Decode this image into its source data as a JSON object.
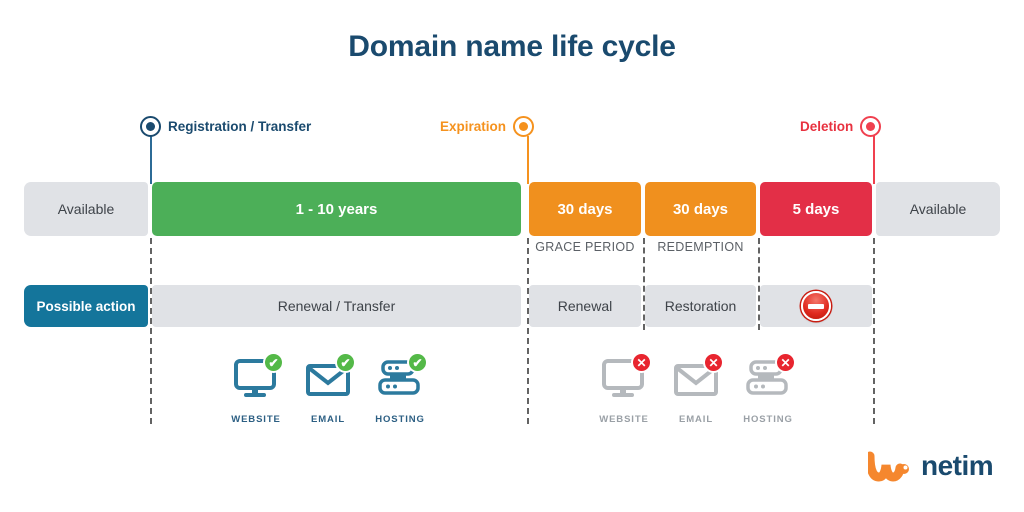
{
  "title": "Domain name life cycle",
  "markers": [
    {
      "label": "Registration / Transfer",
      "color": "#1a4a6e",
      "icon": "pin-dot-icon"
    },
    {
      "label": "Expiration",
      "color": "#f5921e",
      "icon": "pin-dot-icon"
    },
    {
      "label": "Deletion",
      "color": "#e8313f",
      "icon": "pin-dot-icon"
    }
  ],
  "timeline": {
    "segments": [
      {
        "label": "Available",
        "style": "grey"
      },
      {
        "label": "1 - 10 years",
        "style": "green"
      },
      {
        "label": "30 days",
        "style": "orange",
        "caption": "GRACE PERIOD"
      },
      {
        "label": "30 days",
        "style": "orange",
        "caption": "REDEMPTION"
      },
      {
        "label": "5 days",
        "style": "red",
        "caption": ""
      },
      {
        "label": "Available",
        "style": "grey"
      }
    ]
  },
  "actions": {
    "row_label": "Possible action",
    "cells": [
      {
        "label": "Renewal / Transfer"
      },
      {
        "label": "Renewal"
      },
      {
        "label": "Restoration"
      },
      {
        "label": "",
        "icon": "forbidden-icon"
      }
    ]
  },
  "services": {
    "active": {
      "status": "ok",
      "check_glyph": "✔",
      "items": [
        {
          "caption": "WEBSITE",
          "icon": "monitor-icon"
        },
        {
          "caption": "EMAIL",
          "icon": "envelope-icon"
        },
        {
          "caption": "HOSTING",
          "icon": "server-icon"
        }
      ]
    },
    "inactive": {
      "status": "no",
      "cross_glyph": "✕",
      "items": [
        {
          "caption": "WEBSITE",
          "icon": "monitor-icon"
        },
        {
          "caption": "EMAIL",
          "icon": "envelope-icon"
        },
        {
          "caption": "HOSTING",
          "icon": "server-icon"
        }
      ]
    }
  },
  "brand": {
    "name": "netim",
    "mark_color": "#f5872e",
    "text_color": "#1a4a6e"
  },
  "palette": {
    "navy": "#1a4a6e",
    "green": "#4caf58",
    "orange": "#f0901e",
    "red": "#e32f47",
    "grey": "#e0e2e6",
    "teal": "#14759b"
  }
}
